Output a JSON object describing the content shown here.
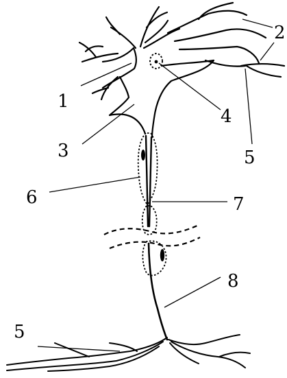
{
  "diagram": {
    "labels": {
      "l1": "1",
      "l2": "2",
      "l3": "3",
      "l4": "4",
      "l5a": "5",
      "l5b": "5",
      "l6": "6",
      "l7": "7",
      "l8": "8"
    },
    "colors": {
      "ink": "#000000",
      "background": "#ffffff"
    }
  }
}
